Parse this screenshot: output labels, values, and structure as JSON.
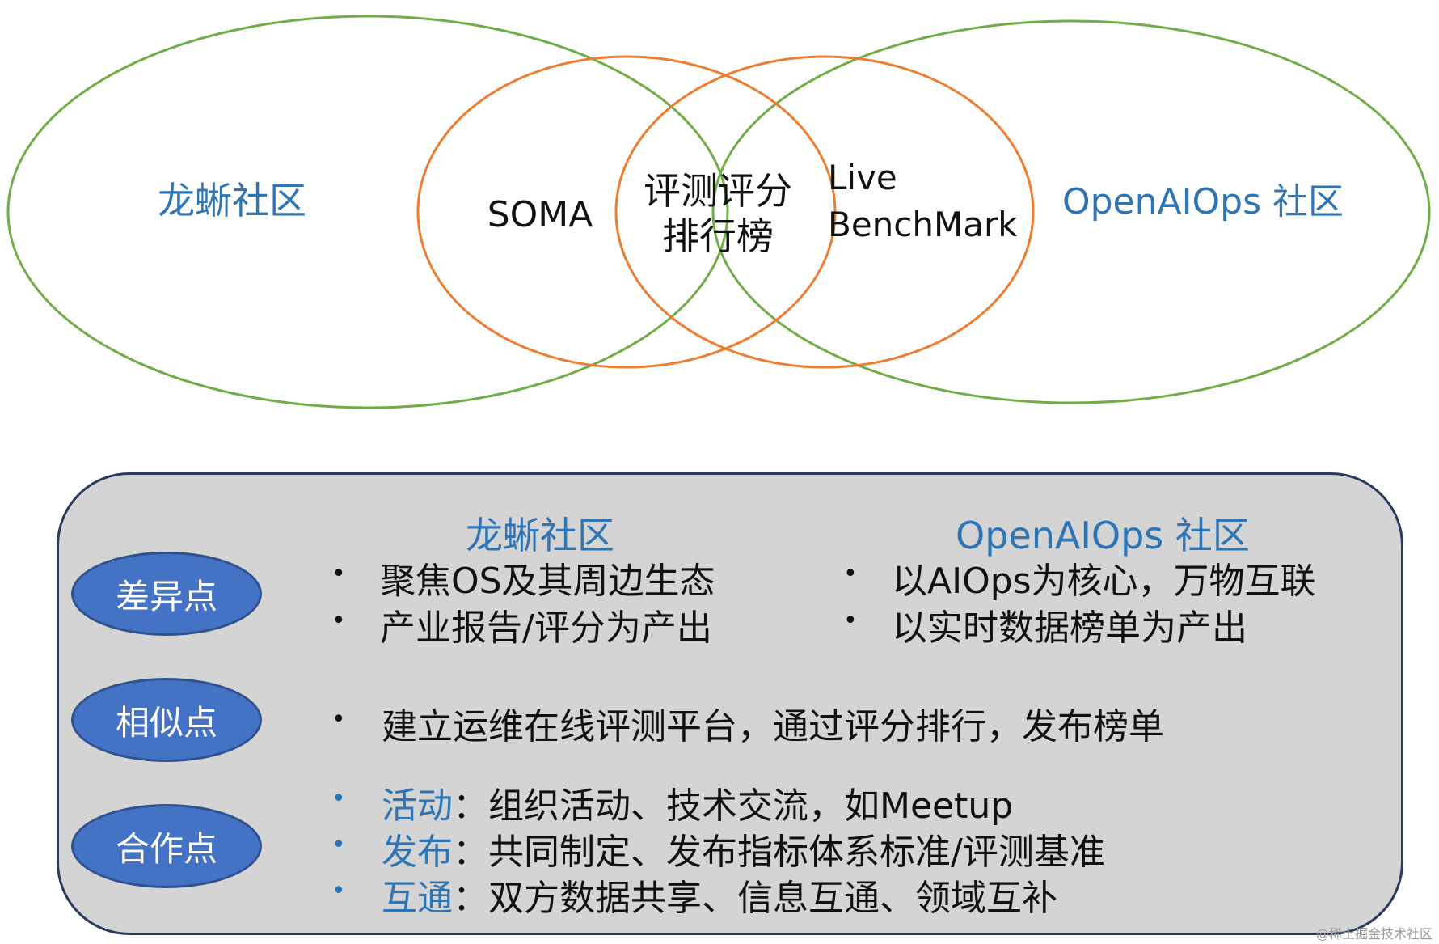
{
  "venn": {
    "left_label": "龙蜥社区",
    "center_left_label": "SOMA",
    "center_line1": "评测评分",
    "center_line2": "排行榜",
    "center_right_line1": "Live",
    "center_right_line2": "BenchMark",
    "right_label": "OpenAIOps 社区",
    "colors": {
      "outer": "#70ad47",
      "inner": "#ed7d31",
      "blue_text": "#2e75b6"
    }
  },
  "table": {
    "col_left_head": "龙蜥社区",
    "col_right_head": "OpenAIOps 社区",
    "diff": {
      "label": "差异点",
      "left": [
        "聚焦OS及其周边生态",
        "产业报告/评分为产出"
      ],
      "right": [
        "以AIOps为核心，万物互联",
        "以实时数据榜单为产出"
      ]
    },
    "similar": {
      "label": "相似点",
      "item": "建立运维在线评测平台，通过评分排行，发布榜单"
    },
    "coop": {
      "label": "合作点",
      "items": [
        {
          "key": "活动",
          "sep": "：",
          "text": "组织活动、技术交流，如Meetup"
        },
        {
          "key": "发布",
          "sep": "：",
          "text": "共同制定、发布指标体系标准/评测基准"
        },
        {
          "key": "互通",
          "sep": "：",
          "text": "双方数据共享、信息互通、领域互补"
        }
      ]
    },
    "bullet_char": "•"
  },
  "watermark": "@稀土掘金技术社区"
}
